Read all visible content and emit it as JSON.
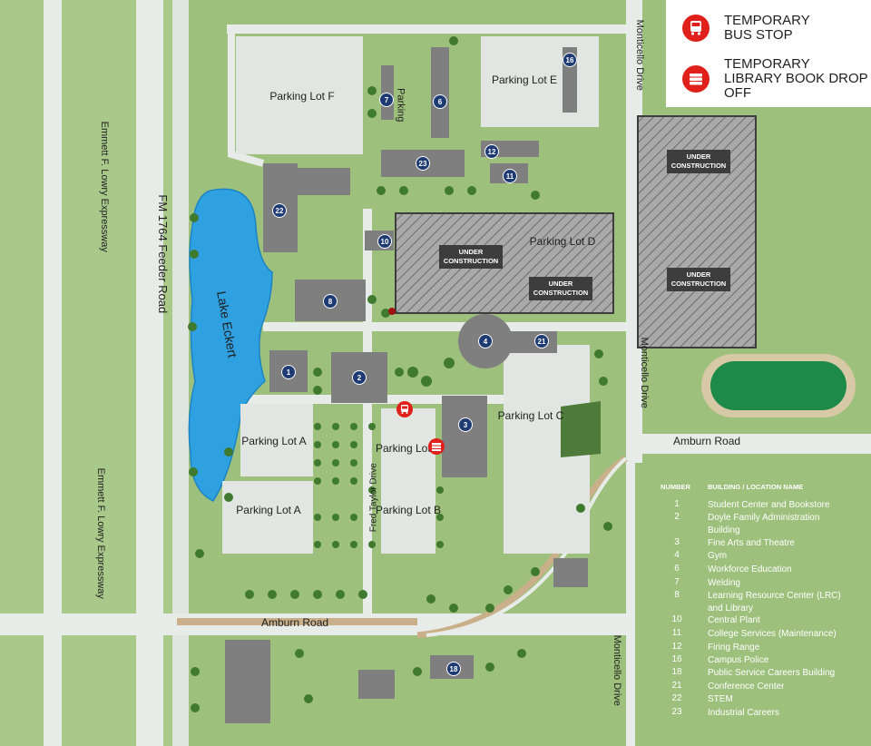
{
  "map": {
    "water_color": "#2fa0e0",
    "grass_color": "#9dc07c",
    "building_color": "#7f7f7f",
    "marker_color": "#1f3b73",
    "alert_color": "#e0201b",
    "lake_label": "Lake Eckert",
    "roads": {
      "expressway_top": "Emmett F. Lowry Expressway",
      "expressway_bottom": "Emmett F. Lowry Expressway",
      "feeder": "FM 1764 Feeder Road",
      "amburn_left": "Amburn Road",
      "amburn_right": "Amburn Road",
      "monticello_top": "Monticello Drive",
      "monticello_mid": "Monticello Drive",
      "monticello_bottom": "Monticello Drive",
      "fred_taylor": "Fred Taylor Drive",
      "parking_road": "Parking"
    },
    "lots": {
      "f": "Parking Lot F",
      "e": "Parking Lot E",
      "d": "Parking Lot D",
      "c": "Parking Lot C",
      "a1": "Parking Lot A",
      "a2": "Parking Lot A",
      "b1": "Parking Lot B",
      "b2": "Parking Lot B"
    },
    "under_construction": "UNDER CONSTRUCTION",
    "markers": [
      "1",
      "2",
      "3",
      "4",
      "6",
      "7",
      "8",
      "10",
      "11",
      "12",
      "16",
      "18",
      "21",
      "22",
      "23"
    ]
  },
  "legend": {
    "bus_stop": "TEMPORARY BUS STOP",
    "book_drop": "TEMPORARY LIBRARY BOOK DROP OFF",
    "bus_icon": "bus-icon",
    "book_icon": "book-icon"
  },
  "index": {
    "col_number": "NUMBER",
    "col_name": "BUILDING / LOCATION NAME",
    "rows": [
      {
        "n": "1",
        "name": "Student Center and Bookstore"
      },
      {
        "n": "2",
        "name": "Doyle Family Administration Building"
      },
      {
        "n": "3",
        "name": "Fine Arts and Theatre"
      },
      {
        "n": "4",
        "name": "Gym"
      },
      {
        "n": "6",
        "name": "Workforce Education"
      },
      {
        "n": "7",
        "name": "Welding"
      },
      {
        "n": "8",
        "name": "Learning Resource Center (LRC) and Library"
      },
      {
        "n": "10",
        "name": "Central Plant"
      },
      {
        "n": "11",
        "name": "College Services (Maintenance)"
      },
      {
        "n": "12",
        "name": "Firing Range"
      },
      {
        "n": "16",
        "name": "Campus Police"
      },
      {
        "n": "18",
        "name": "Public Service Careers Building"
      },
      {
        "n": "21",
        "name": "Conference Center"
      },
      {
        "n": "22",
        "name": "STEM"
      },
      {
        "n": "23",
        "name": "Industrial Careers"
      }
    ]
  }
}
